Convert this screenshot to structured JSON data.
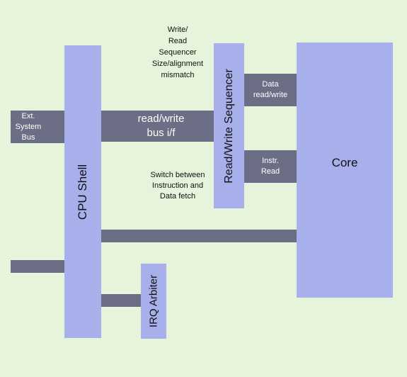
{
  "diagram": {
    "blocks": {
      "cpu_shell": "CPU Shell",
      "rw_sequencer": "Read/Write Sequencer",
      "core": "Core",
      "irq_arbiter": "IRQ Arbiter"
    },
    "buses": {
      "ext_system_bus": [
        "Ext.",
        "System",
        "Bus"
      ],
      "read_write_bus": [
        "read/write",
        "bus i/f"
      ],
      "data_rw": [
        "Data",
        "read/write"
      ],
      "instr_read": [
        "Instr.",
        "Read"
      ]
    },
    "notes": {
      "sequencer_note": [
        "Write/",
        "Read",
        "Sequencer",
        "Size/alignment",
        "mismatch"
      ],
      "switch_note": [
        "Switch between",
        "Instruction and",
        "Data fetch"
      ]
    },
    "colors": {
      "background": "#e6f4dc",
      "block": "#a8b0ec",
      "bus": "#6b6e84"
    }
  }
}
